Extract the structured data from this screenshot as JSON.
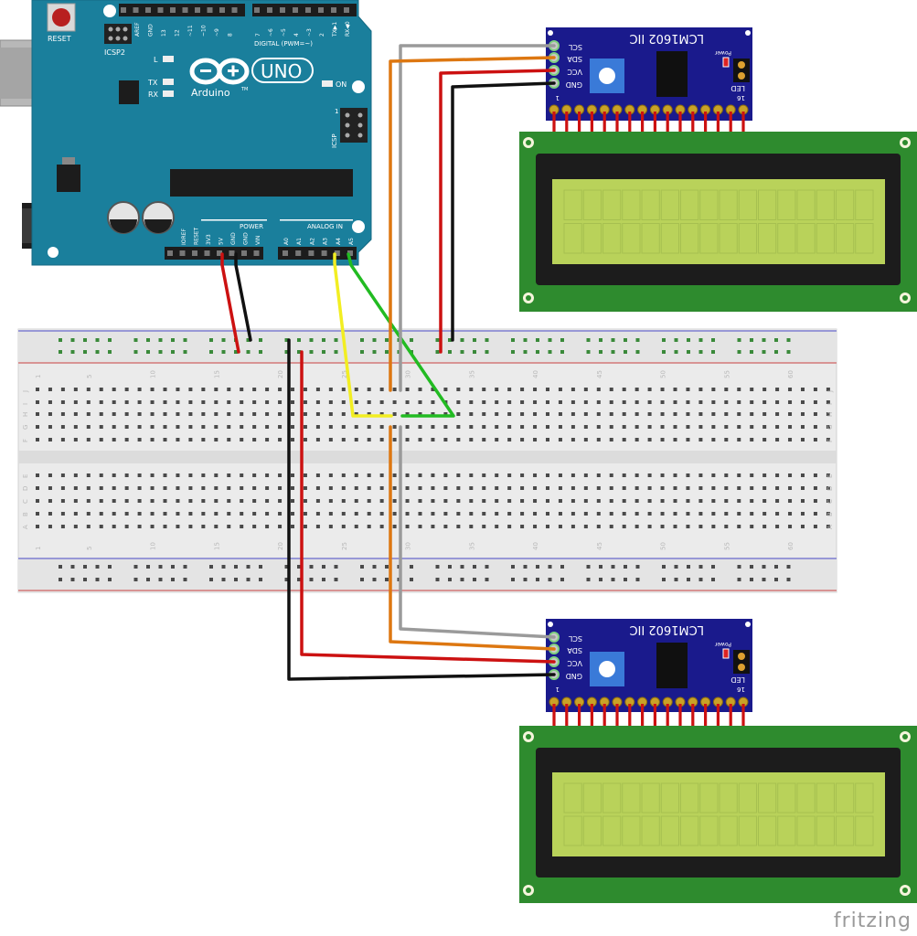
{
  "colors": {
    "arduino_board": "#1a7f9c",
    "breadboard": "#ebebeb",
    "i2c_module": "#1a1a8c",
    "lcd_pcb": "#2e8b2e",
    "lcd_screen": "#b9d25a",
    "wire_red": "#cc1111",
    "wire_black": "#111111",
    "wire_gray": "#9a9a9a",
    "wire_orange": "#dd7711",
    "wire_yellow": "#f2ee22",
    "wire_green": "#22bb22"
  },
  "arduino": {
    "reset_label": "RESET",
    "icsp2_label": "ICSP2",
    "led_l": "L",
    "led_tx": "TX",
    "led_rx": "RX",
    "led_on": "ON",
    "uno_label": "UNO",
    "brand": "Arduino",
    "trademark": "TM",
    "icsp_label": "ICSP",
    "icsp_pin1": "1",
    "digital_header_label": "DIGITAL (PWM=~)",
    "digital_pins": [
      "AREF",
      "GND",
      "13",
      "12",
      "~11",
      "~10",
      "~9",
      "8",
      "7",
      "~6",
      "~5",
      "4",
      "~3",
      "2",
      "TX▶1",
      "RX◀0"
    ],
    "power_header_label": "POWER",
    "power_pins": [
      "IOREF",
      "RESET",
      "3V3",
      "5V",
      "GND",
      "GND",
      "VIN"
    ],
    "analog_header_label": "ANALOG IN",
    "analog_pins": [
      "A0",
      "A1",
      "A2",
      "A3",
      "A4",
      "A5"
    ]
  },
  "breadboard": {
    "column_numbers": [
      "1",
      "5",
      "10",
      "15",
      "20",
      "25",
      "30",
      "35",
      "40",
      "45",
      "50",
      "55",
      "60"
    ],
    "row_letters_top": [
      "J",
      "I",
      "H",
      "G",
      "F"
    ],
    "row_letters_bottom": [
      "E",
      "D",
      "C",
      "B",
      "A"
    ]
  },
  "lcd_modules": [
    {
      "title": "LCM1602 IIC",
      "pins": [
        "SCL",
        "SDA",
        "VCC",
        "GND"
      ],
      "pin_one": "1",
      "power_label": "Power",
      "led_label": "LED",
      "pin_sixteen": "16"
    },
    {
      "title": "LCM1602 IIC",
      "pins": [
        "SCL",
        "SDA",
        "VCC",
        "GND"
      ],
      "pin_one": "1",
      "power_label": "Power",
      "led_label": "LED",
      "pin_sixteen": "16"
    }
  ],
  "watermark": "fritzing"
}
